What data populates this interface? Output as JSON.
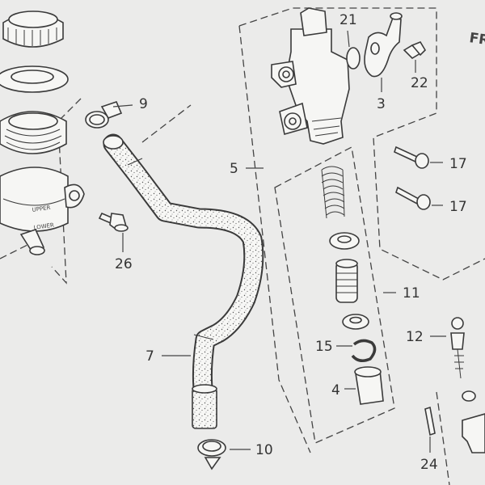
{
  "diagram": {
    "corner_text": "FR",
    "reservoir_text": {
      "upper": "UPPER",
      "lower": "LOWER"
    },
    "callouts": [
      {
        "id": "9",
        "text": "9"
      },
      {
        "id": "21",
        "text": "21"
      },
      {
        "id": "22",
        "text": "22"
      },
      {
        "id": "3",
        "text": "3"
      },
      {
        "id": "5",
        "text": "5"
      },
      {
        "id": "17a",
        "text": "17"
      },
      {
        "id": "17b",
        "text": "17"
      },
      {
        "id": "26",
        "text": "26"
      },
      {
        "id": "11",
        "text": "11"
      },
      {
        "id": "7",
        "text": "7"
      },
      {
        "id": "15",
        "text": "15"
      },
      {
        "id": "12",
        "text": "12"
      },
      {
        "id": "4",
        "text": "4"
      },
      {
        "id": "10",
        "text": "10"
      },
      {
        "id": "24",
        "text": "24"
      }
    ]
  }
}
